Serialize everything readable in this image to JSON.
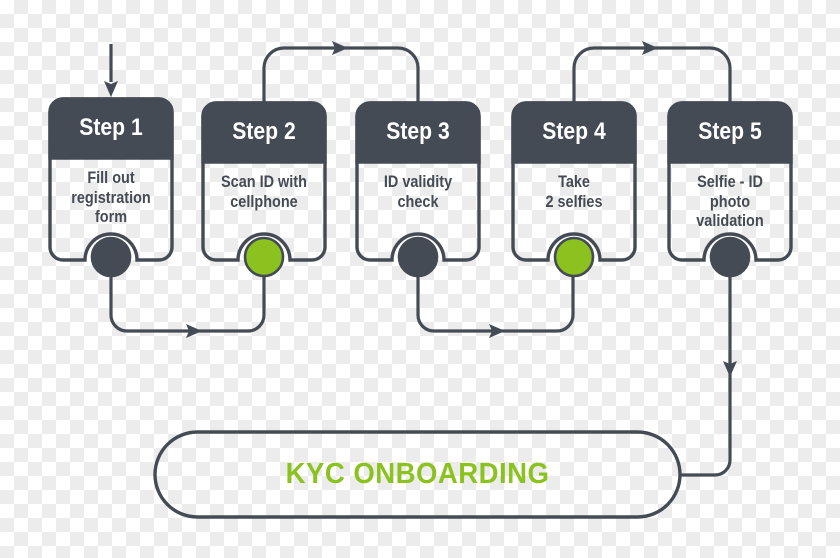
{
  "diagram_title": "KYC ONBOARDING",
  "steps": [
    {
      "title": "Step 1",
      "lines": [
        "Fill out",
        "registration",
        "form"
      ],
      "dot_color": "#454b55"
    },
    {
      "title": "Step 2",
      "lines": [
        "Scan ID with",
        "cellphone"
      ],
      "dot_color": "#8cc21f"
    },
    {
      "title": "Step 3",
      "lines": [
        "ID validity",
        "check"
      ],
      "dot_color": "#454b55"
    },
    {
      "title": "Step 4",
      "lines": [
        "Take",
        "2 selfies"
      ],
      "dot_color": "#8cc21f"
    },
    {
      "title": "Step 5",
      "lines": [
        "Selfie - ID photo",
        "validation"
      ],
      "dot_color": "#454b55"
    }
  ],
  "pill": {
    "label": "KYC ONBOARDING"
  },
  "colors": {
    "dark": "#454b55",
    "green": "#8cc21f",
    "dot_ring_white": "#ffffff"
  }
}
